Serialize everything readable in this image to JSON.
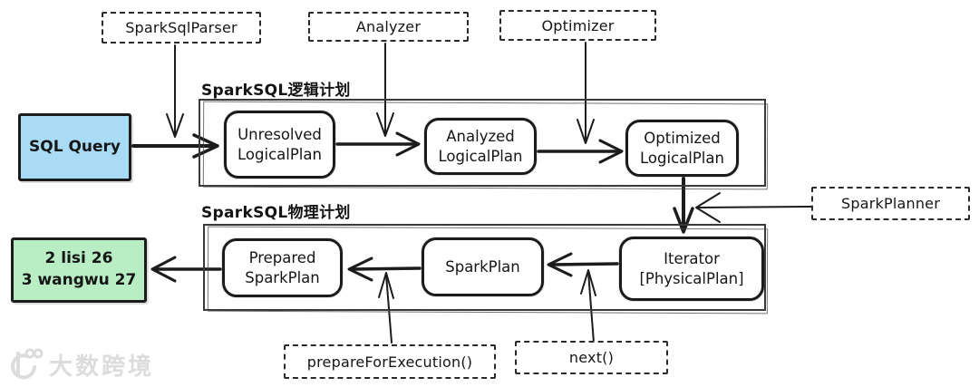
{
  "diagram": {
    "top_callouts": [
      {
        "label": "SparkSqlParser"
      },
      {
        "label": "Analyzer"
      },
      {
        "label": "Optimizer"
      }
    ],
    "right_callout": {
      "label": "SparkPlanner"
    },
    "bottom_callouts": [
      {
        "label": "prepareForExecution()"
      },
      {
        "label": "next()"
      }
    ],
    "input_box": {
      "label": "SQL Query"
    },
    "result_box": {
      "lines": [
        "2 lisi 26",
        "3 wangwu 27"
      ]
    },
    "logical_group": {
      "title": "SparkSQL逻辑计划",
      "nodes": [
        {
          "lines": [
            "Unresolved",
            "LogicalPlan"
          ]
        },
        {
          "lines": [
            "Analyzed",
            "LogicalPlan"
          ]
        },
        {
          "lines": [
            "Optimized",
            "LogicalPlan"
          ]
        }
      ]
    },
    "physical_group": {
      "title": "SparkSQL物理计划",
      "nodes": [
        {
          "lines": [
            "Prepared",
            "SparkPlan"
          ]
        },
        {
          "lines": [
            "SparkPlan"
          ]
        },
        {
          "lines": [
            "Iterator",
            "[PhysicalPlan]"
          ]
        }
      ]
    },
    "watermark": {
      "text": "大数跨境"
    },
    "colors": {
      "stroke": "#1c1c1c",
      "sql_query_fill": "#a9dbf5",
      "result_fill": "#b9edc4"
    }
  }
}
